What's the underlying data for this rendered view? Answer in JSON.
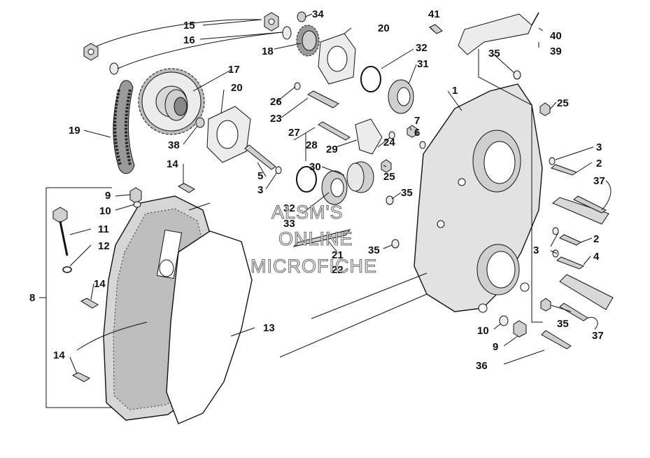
{
  "labels": {
    "l1": "1",
    "l2a": "2",
    "l2b": "2",
    "l3a": "3",
    "l3b": "3",
    "l3c": "3",
    "l4": "4",
    "l5": "5",
    "l6": "6",
    "l7": "7",
    "l8": "8",
    "l9a": "9",
    "l9b": "9",
    "l10a": "10",
    "l10b": "10",
    "l11": "11",
    "l12": "12",
    "l13": "13",
    "l14a": "14",
    "l14b": "14",
    "l14c": "14",
    "l15": "15",
    "l16": "16",
    "l17": "17",
    "l18": "18",
    "l19": "19",
    "l20a": "20",
    "l20b": "20",
    "l21": "21",
    "l22": "22",
    "l23": "23",
    "l24": "24",
    "l25a": "25",
    "l25b": "25",
    "l26": "26",
    "l27": "27",
    "l28": "28",
    "l29": "29",
    "l30": "30",
    "l31": "31",
    "l32a": "32",
    "l32b": "32",
    "l33": "33",
    "l34": "34",
    "l35a": "35",
    "l35b": "35",
    "l35c": "35",
    "l35d": "35",
    "l36": "36",
    "l37a": "37",
    "l37b": "37",
    "l38": "38",
    "l39": "39",
    "l40": "40",
    "l41": "41"
  },
  "watermark": {
    "line1": "ALSM'S",
    "line2": "ONLINE",
    "line3": "MICROFICHE"
  }
}
